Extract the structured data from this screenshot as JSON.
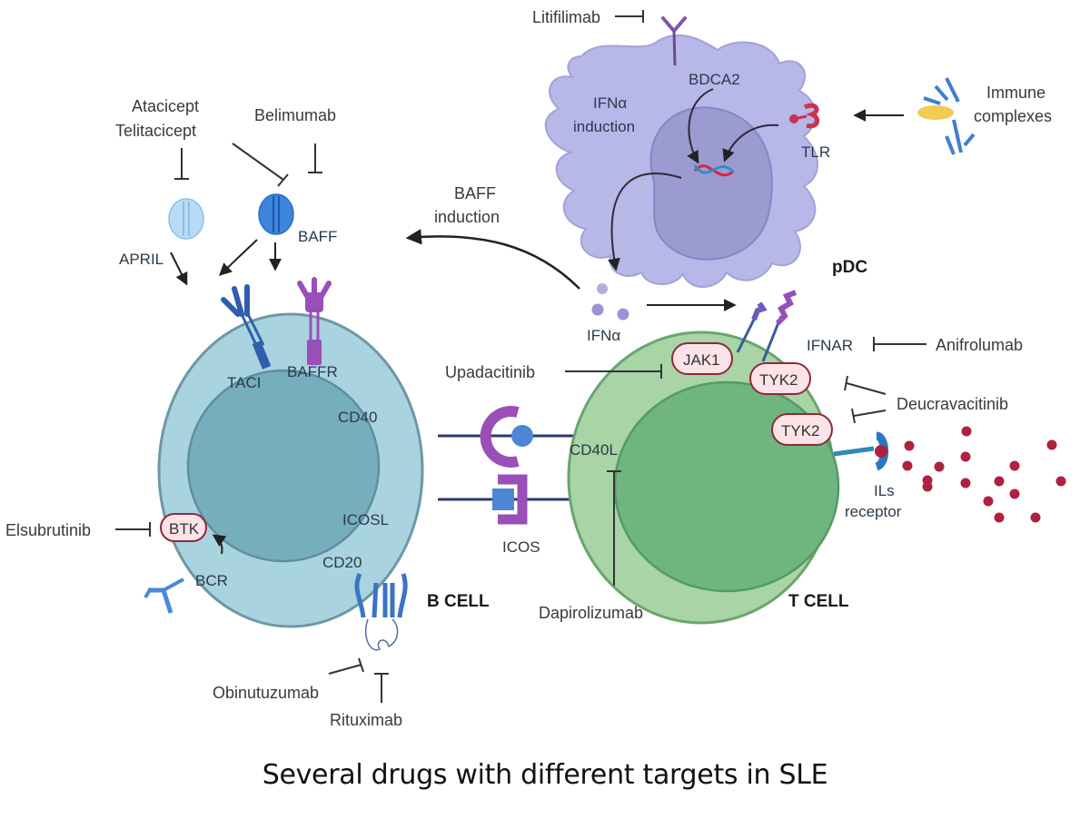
{
  "caption": "Several drugs with different targets in SLE",
  "colors": {
    "b_cell": "#a9d3de",
    "b_cell_nucleus": "#77aebd",
    "t_cell": "#a8d4a6",
    "t_cell_nucleus": "#6fb57f",
    "pdc": "#b7b7e8",
    "pdc_nucleus": "#9898cf",
    "kinase_pill": "#fbe3e8",
    "cytokine_dot": "#b0203f",
    "receptor_blue": "#3566b8",
    "receptor_purple": "#9a4fb8"
  },
  "drugs": {
    "litifilimab": "Litifilimab",
    "atacicept": "Atacicept",
    "telitacicept": "Telitacicept",
    "belimumab": "Belimumab",
    "upadacitinib": "Upadacitinib",
    "anifrolumab": "Anifrolumab",
    "deucravacitinib": "Deucravacitinib",
    "elsubrutinib": "Elsubrutinib",
    "obinutuzumab": "Obinutuzumab",
    "rituximab": "Rituximab",
    "dapirolizumab": "Dapirolizumab"
  },
  "molecules": {
    "bdca2": "BDCA2",
    "ifna_induction_1": "IFNα",
    "ifna_induction_2": "induction",
    "tlr": "TLR",
    "immune_complexes_1": "Immune",
    "immune_complexes_2": "complexes",
    "baff_induction_1": "BAFF",
    "baff_induction_2": "induction",
    "april": "APRIL",
    "baff": "BAFF",
    "ifna": "IFNα",
    "taci": "TACI",
    "baffr": "BAFFR",
    "cd40": "CD40",
    "icosl": "ICOSL",
    "cd20": "CD20",
    "btk": "BTK",
    "bcr": "BCR",
    "icos": "ICOS",
    "cd40l": "CD40L",
    "jak1": "JAK1",
    "tyk2_a": "TYK2",
    "tyk2_b": "TYK2",
    "ifnar": "IFNAR",
    "ils_receptor_1": "ILs",
    "ils_receptor_2": "receptor"
  },
  "cells": {
    "pdc": "pDC",
    "b_cell": "B CELL",
    "t_cell": "T CELL"
  }
}
